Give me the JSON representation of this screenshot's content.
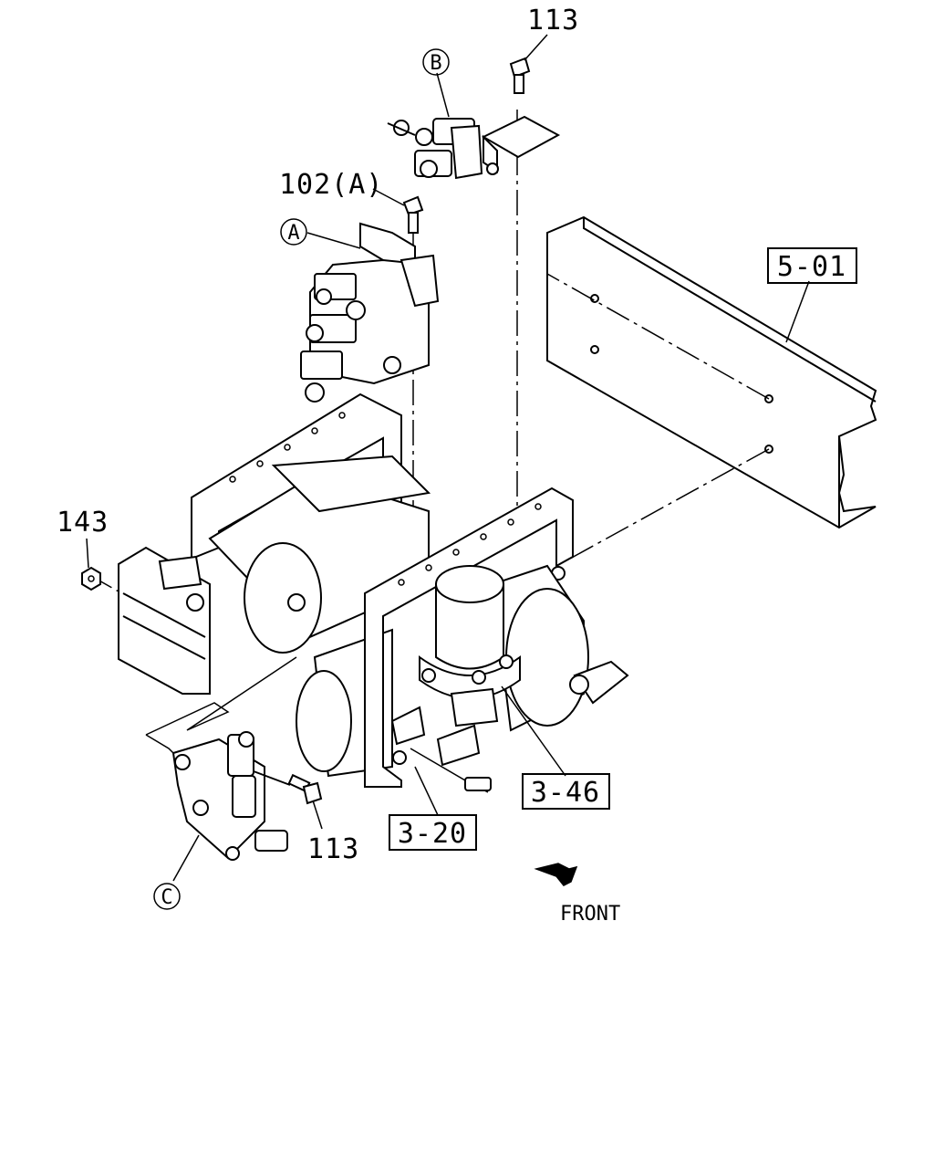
{
  "callouts": {
    "bolt_top": "113",
    "bolt_102": "102(A)",
    "nut_143": "143",
    "bolt_bottom": "113"
  },
  "refs": {
    "frame": "5-01",
    "dryer": "3-46",
    "bracket": "3-20"
  },
  "markers": {
    "a": "A",
    "b": "B",
    "c": "C"
  },
  "direction": {
    "label": "FRONT"
  }
}
